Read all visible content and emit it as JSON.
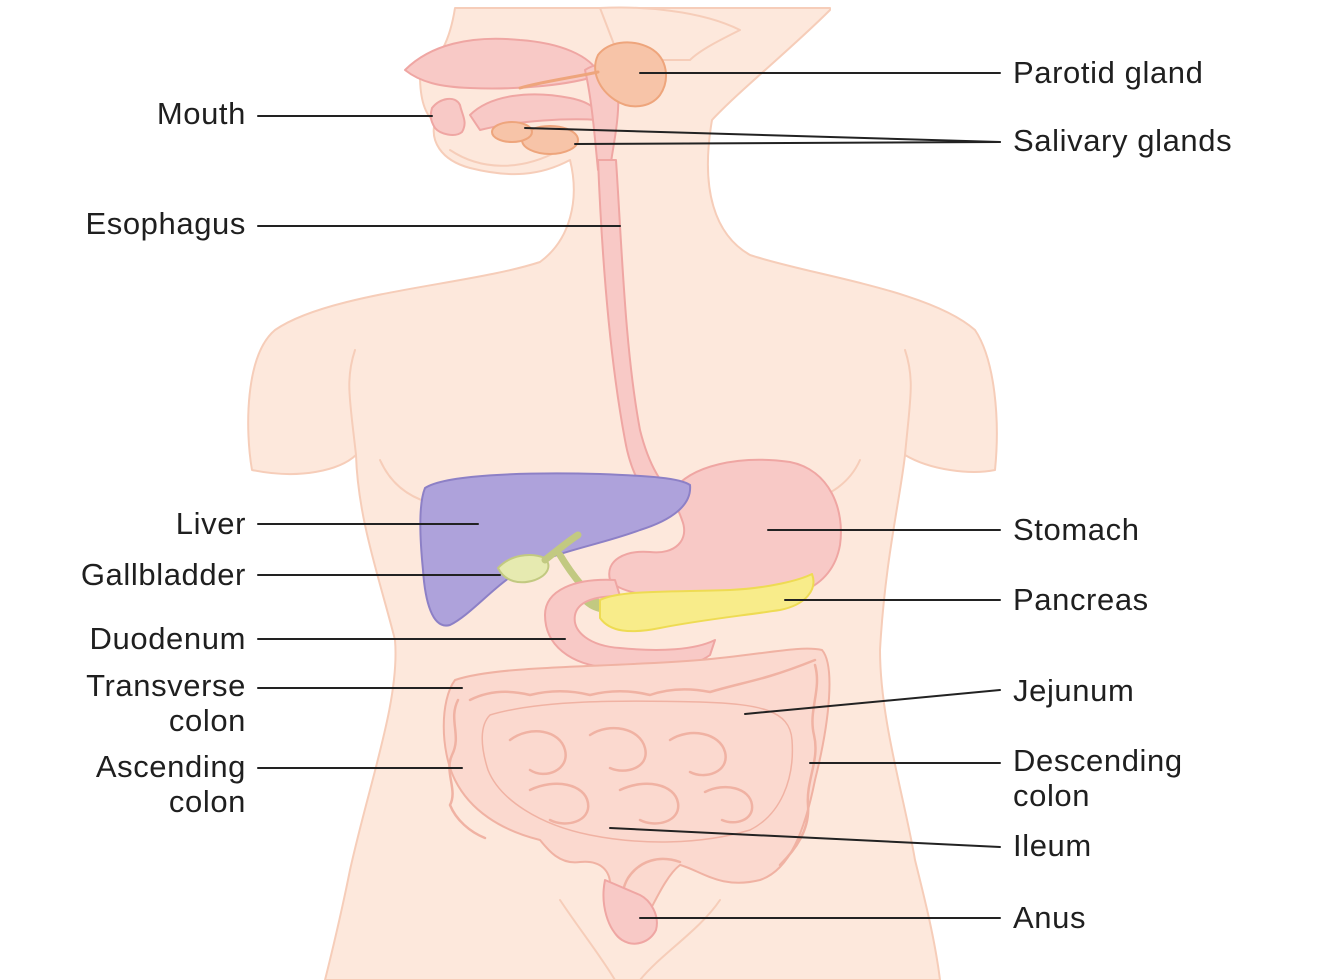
{
  "colors": {
    "skin": "#fde8dc",
    "skin_outline": "#f6cdb9",
    "tract": "#f8c9c6",
    "tract_outline": "#efa6a3",
    "liver": "#aea2db",
    "liver_outline": "#8d80c6",
    "gland": "#f7c4a8",
    "gland_outline": "#eea57c",
    "pancreas": "#f8ec8a",
    "pancreas_outline": "#eedb53",
    "gallbladder": "#e6eab0",
    "gallbladder_outline": "#c2c981",
    "intestine": "#fbd9cf",
    "intestine_outline": "#f0b2a3",
    "leader_line": "#222222",
    "text": "#1f1f1f"
  },
  "labels": {
    "mouth": "Mouth",
    "esophagus": "Esophagus",
    "liver": "Liver",
    "gallbladder": "Gallbladder",
    "duodenum": "Duodenum",
    "transverse_colon": [
      "Transverse",
      "colon"
    ],
    "ascending_colon": [
      "Ascending",
      "colon"
    ],
    "parotid_gland": "Parotid gland",
    "salivary_glands": "Salivary glands",
    "stomach": "Stomach",
    "pancreas": "Pancreas",
    "jejunum": "Jejunum",
    "descending_colon": [
      "Descending",
      "colon"
    ],
    "ileum": "Ileum",
    "anus": "Anus"
  }
}
